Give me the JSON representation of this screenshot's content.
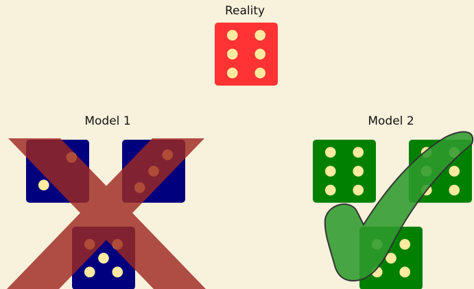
{
  "labels": {
    "reality": "Reality",
    "model1": "Model 1",
    "model2": "Model 2"
  },
  "colors": {
    "background": "#f8f1dc",
    "reality_die": "#ff3333",
    "model1_die": "#00007f",
    "model2_die": "#008000",
    "pip": "#ffeaa0",
    "cross": "#9e2a22",
    "check": "#2e9a2e"
  },
  "dice": {
    "reality": [
      6
    ],
    "model1": [
      2,
      3,
      5
    ],
    "model2": [
      6,
      6,
      5
    ]
  },
  "icons": {
    "model1_overlay": "cross-mark-icon",
    "model2_overlay": "check-mark-icon"
  }
}
